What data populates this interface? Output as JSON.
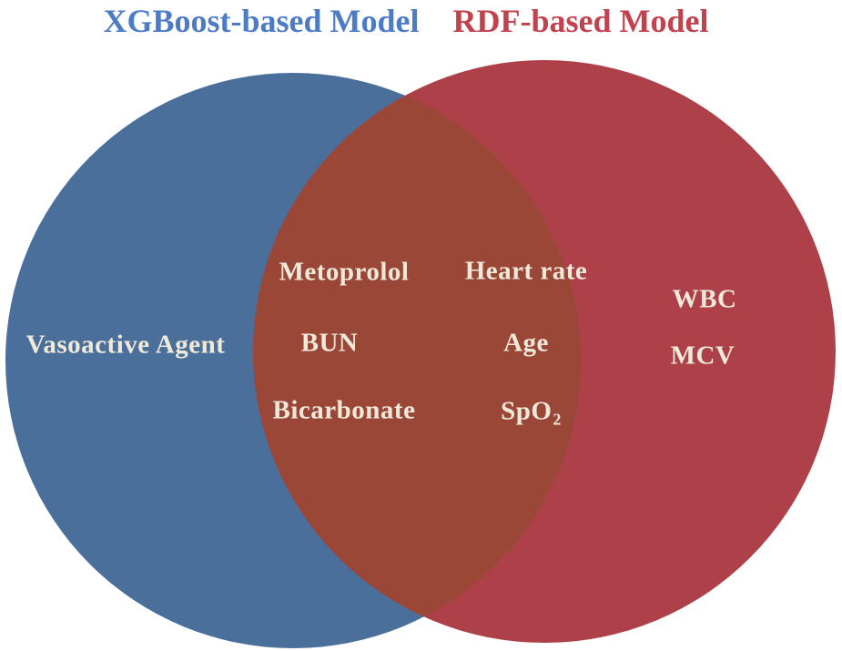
{
  "figure": {
    "type": "venn-diagram",
    "titles": {
      "xgboost": "XGBoost-based Model",
      "rdf": "RDF-based Model"
    },
    "colors": {
      "xgboost_circle": "#4a6f9a",
      "rdf_circle": "#ad4049",
      "overlap_region": "#9a4737",
      "xgboost_title_text": "#4d7cc7",
      "rdf_title_text": "#c2424e",
      "label_text": "#f0e9da"
    },
    "regions": {
      "xgboost_only": {
        "vasoactive_agent": "Vasoactive Agent"
      },
      "intersection": {
        "metoprolol": "Metoprolol",
        "heart_rate": "Heart rate",
        "bun": "BUN",
        "age": "Age",
        "bicarbonate": "Bicarbonate",
        "spo2_base": "SpO",
        "spo2_sub": "2"
      },
      "rdf_only": {
        "wbc": "WBC",
        "mcv": "MCV"
      }
    }
  }
}
